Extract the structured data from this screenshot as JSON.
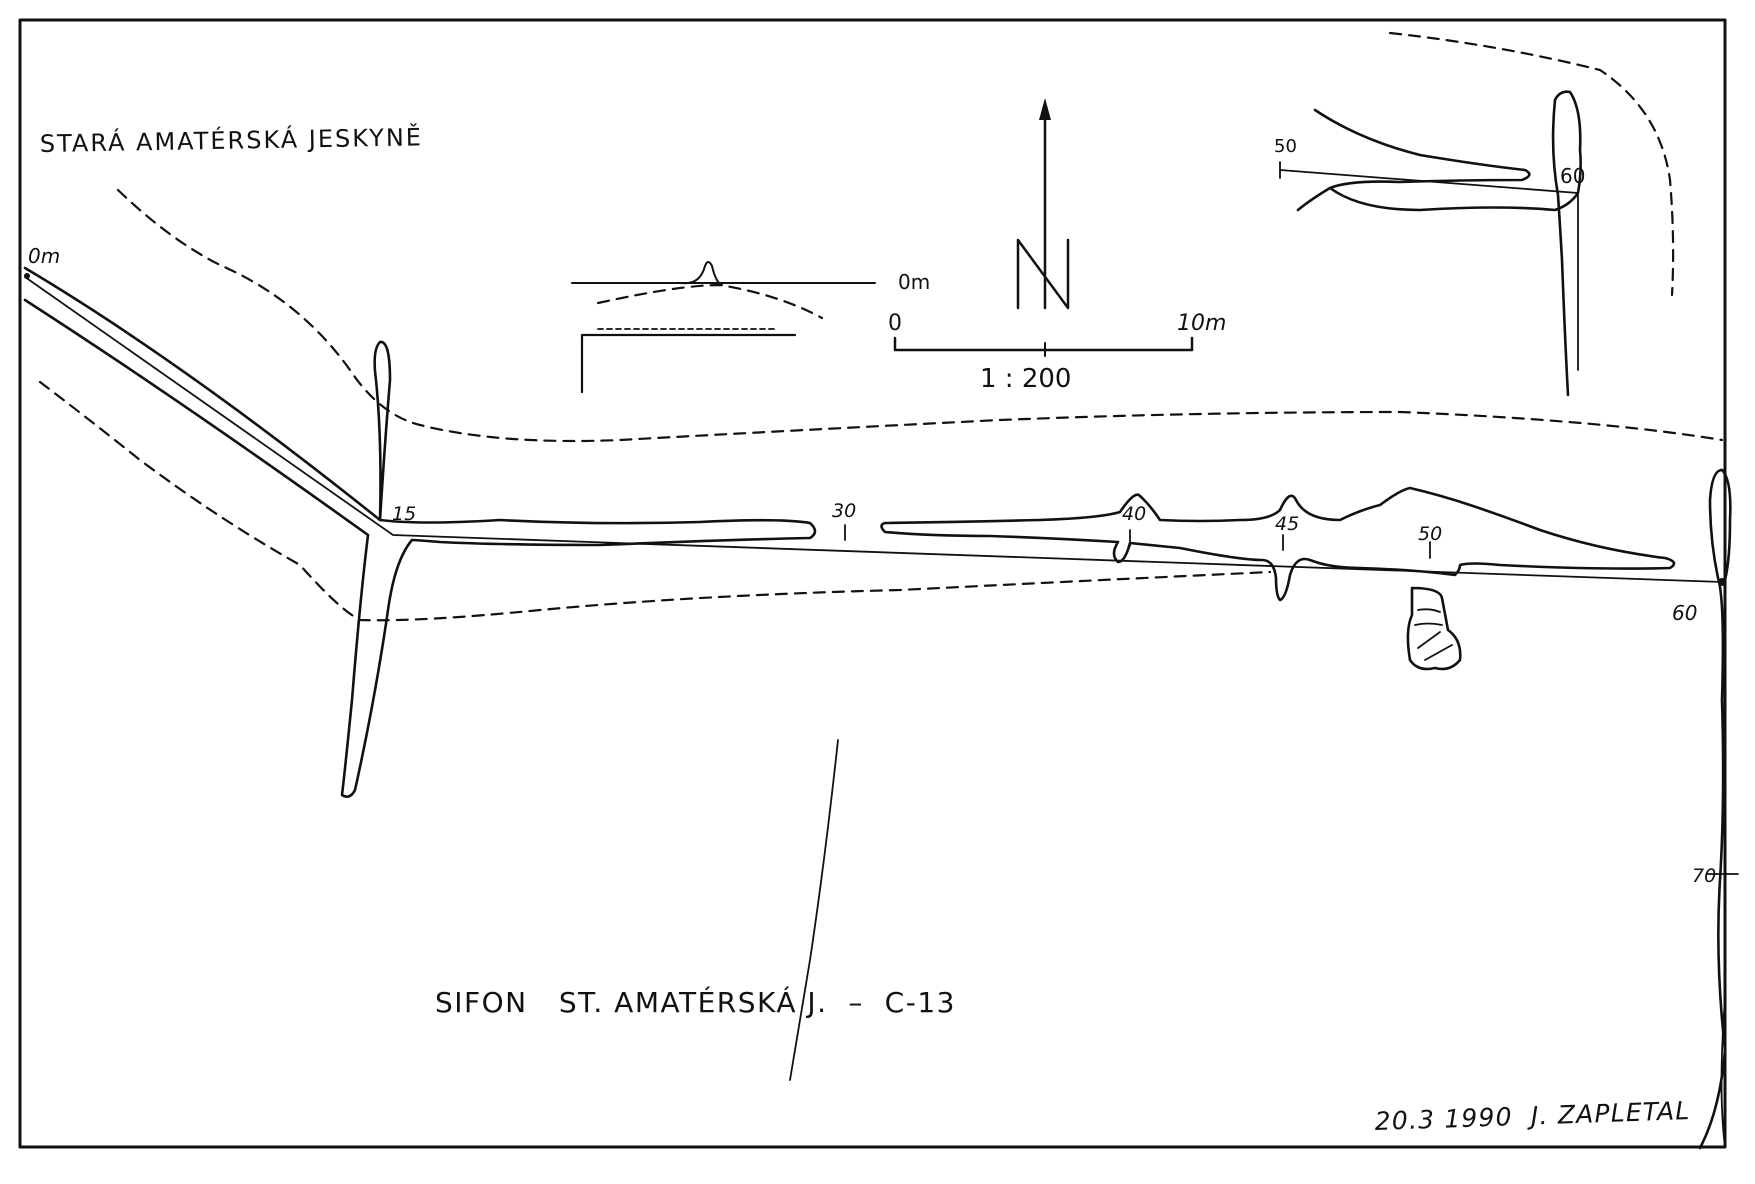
{
  "map": {
    "cave_name": "STARÁ AMATÉRSKÁ JESKYNĚ",
    "sheet_title": "SIFON   ST. AMATÉRSKÁ J.  –  C-13",
    "signature": "20.3 1990  J. ZAPLETAL",
    "scale": {
      "ratio": "1 : 200",
      "start_label": "0",
      "end_label": "10m"
    },
    "north_label": "N",
    "profile_label": "0m",
    "survey_labels": {
      "s0": "0m",
      "s15": "15",
      "s30": "30",
      "s40": "40",
      "s45": "45",
      "s50": "50",
      "s60": "60",
      "s70": "70"
    },
    "inset_labels": {
      "s50": "50",
      "s60": "60"
    }
  }
}
